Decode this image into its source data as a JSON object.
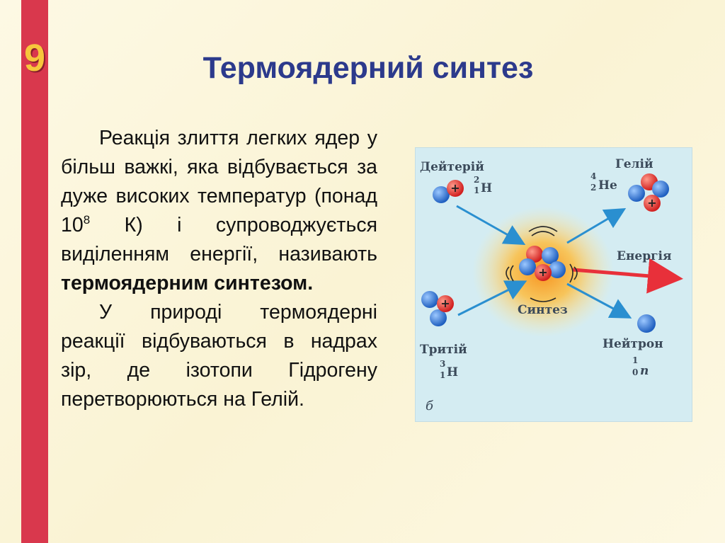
{
  "slide": {
    "chapter_number": "9",
    "title": "Термоядерний синтез"
  },
  "text": {
    "p1_a": "Реакція злиття легких ядер у більш важкі, яка відбувається за дуже високих температур (понад 10",
    "p1_sup": "8",
    "p1_b": " К) і супроводжується виділенням енергії, називають ",
    "p1_bold": "термоядерним синтезом.",
    "p2": "У природі термоядерні реакції відбуваються в надрах зір, де ізотопи Гідрогену перетворюються на Гелій."
  },
  "figure": {
    "deuterium_label": "Дейтерій",
    "deuterium_mass": "2",
    "deuterium_charge": "1",
    "deuterium_symbol": "H",
    "helium_label": "Гелій",
    "helium_mass": "4",
    "helium_charge": "2",
    "helium_symbol": "He",
    "energy_label": "Енергія",
    "synthesis_label": "Синтез",
    "tritium_label": "Тритій",
    "tritium_mass": "3",
    "tritium_charge": "1",
    "tritium_symbol": "H",
    "neutron_label": "Нейтрон",
    "neutron_mass": "1",
    "neutron_charge": "0",
    "neutron_symbol": "n",
    "panel_letter": "б",
    "colors": {
      "proton": "#e8302c",
      "neutron": "#2c6fd0",
      "arrow": "#2a8fd0",
      "energy_arrow": "#e8303a",
      "glow": "#f7a321"
    }
  }
}
